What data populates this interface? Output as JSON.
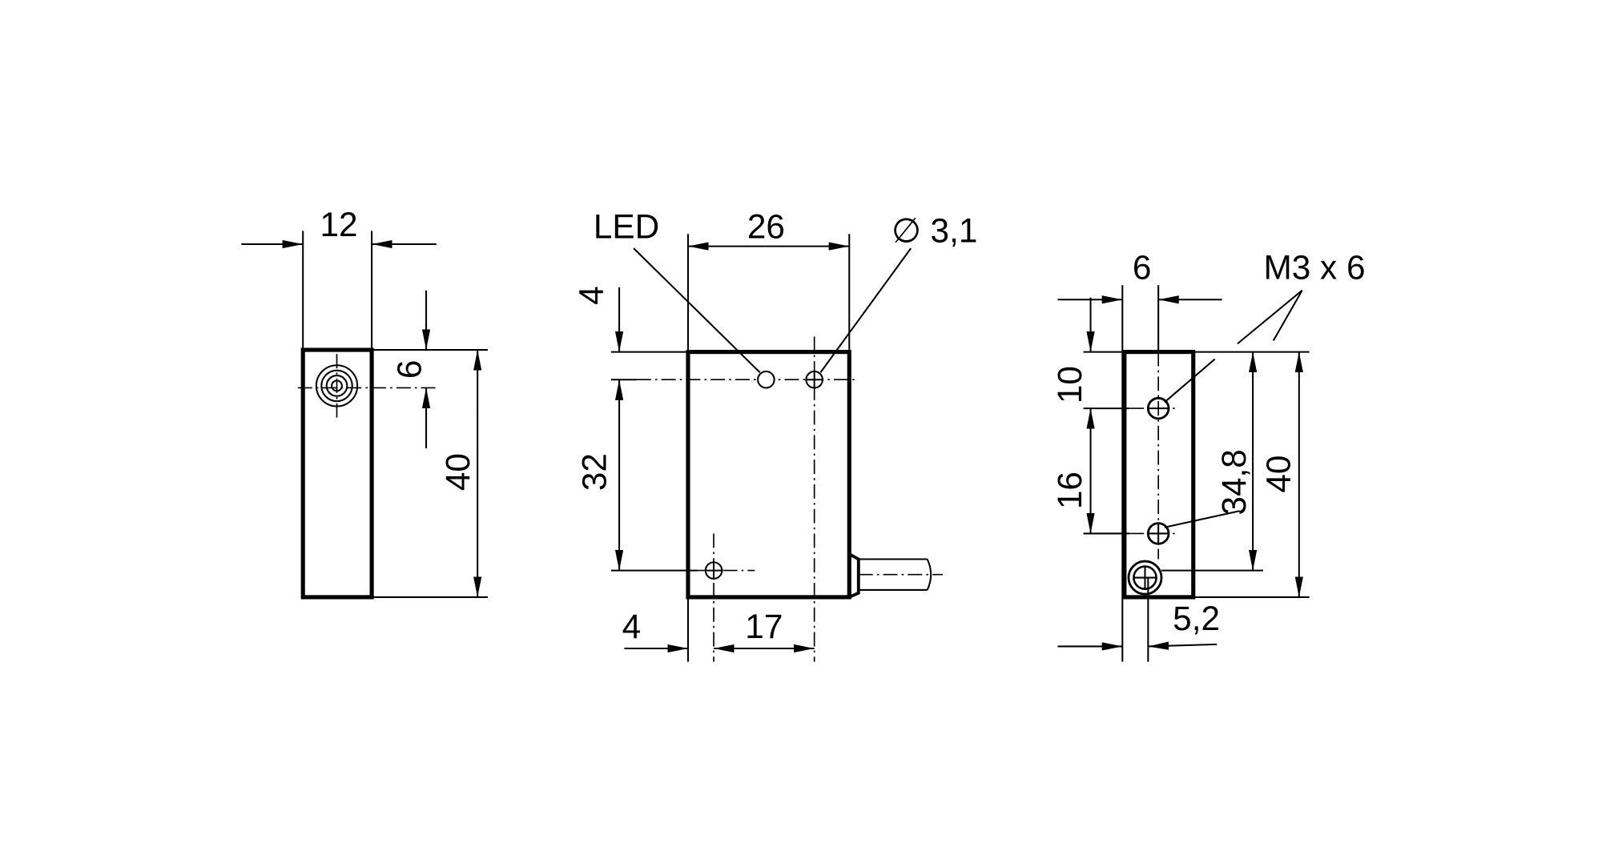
{
  "drawing": {
    "left_view": {
      "width_label": "12",
      "sensor_offset_label": "6",
      "height_label": "40"
    },
    "front_view": {
      "led_label": "LED",
      "width_label": "26",
      "hole_label": "∅ 3,1",
      "top_offset_label": "4",
      "hole_spacing_label": "32",
      "left_offset_label": "4",
      "hole_horizontal_label": "17"
    },
    "right_view": {
      "width_label": "6",
      "thread_label": "M3 x 6",
      "top_hole_label": "10",
      "hole_spacing_label": "16",
      "thread_depth_label": "34,8",
      "height_label": "40",
      "cable_offset_label": "5,2"
    }
  }
}
